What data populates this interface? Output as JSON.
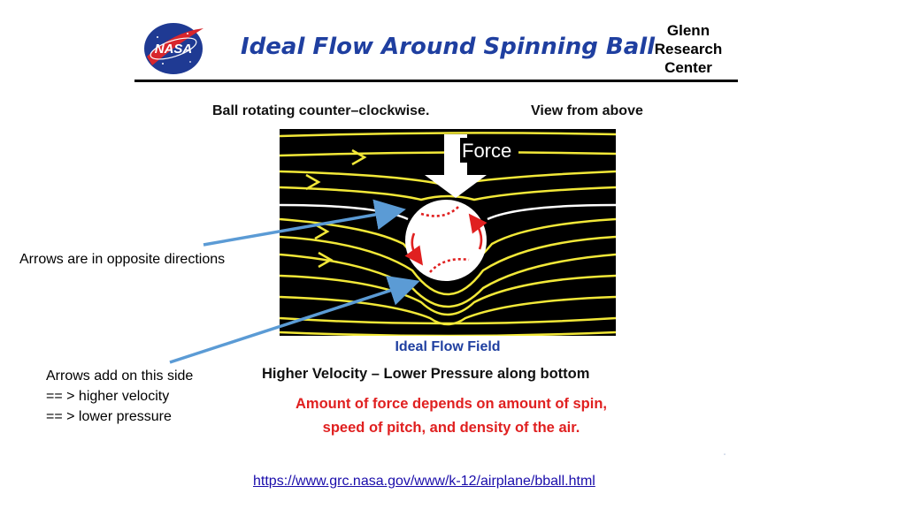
{
  "header": {
    "logo_text": "NASA",
    "title": "Ideal Flow Around Spinning Ball",
    "center_name_lines": [
      "Glenn",
      "Research",
      "Center"
    ]
  },
  "diagram": {
    "rotation_label": "Ball rotating counter–clockwise.",
    "view_label": "View from above",
    "force_label": "Force",
    "flow_field_label": "Ideal Flow Field",
    "velocity_note": "Higher Velocity – Lower Pressure along bottom",
    "force_note_lines": [
      "Amount of force depends on amount of spin,",
      "speed of pitch, and density of the air."
    ],
    "colors": {
      "background": "#000000",
      "streamline": "#f2e838",
      "separating_streamline": "#ffffff",
      "ball": "#ffffff",
      "spin_arrows": "#e02020",
      "title_blue": "#1f3fa0"
    }
  },
  "annotations": {
    "top": "Arrows are in opposite directions",
    "bottom_lines": [
      "Arrows add on this side",
      "== > higher velocity",
      "== > lower pressure"
    ],
    "arrow_color": "#5b9bd5"
  },
  "footer": {
    "source_link": "https://www.grc.nasa.gov/www/k-12/airplane/bball.html"
  }
}
